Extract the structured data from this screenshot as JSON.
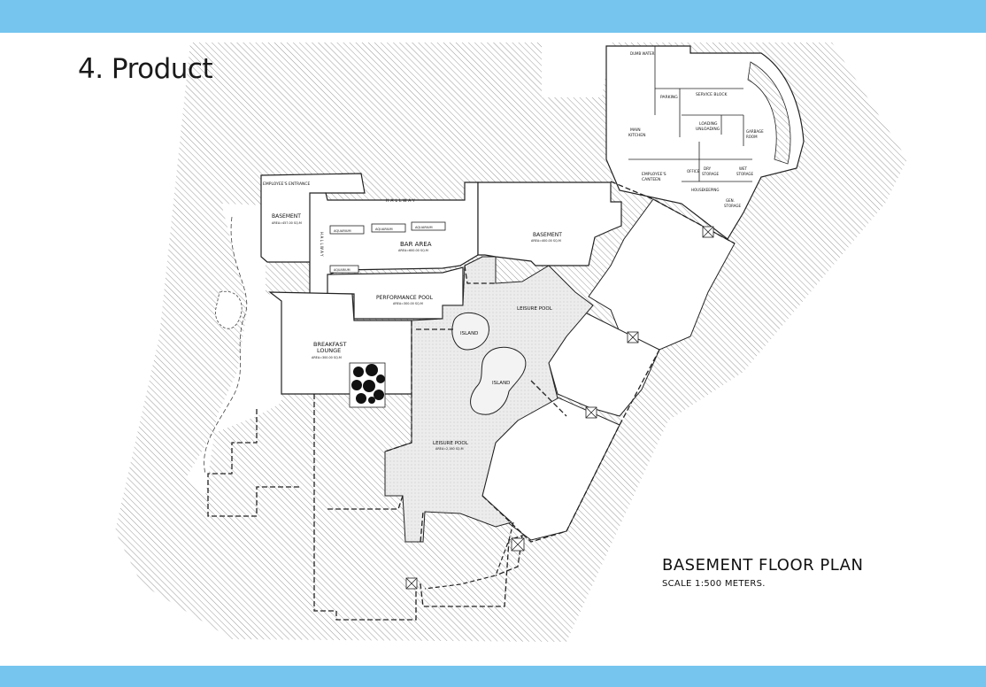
{
  "slide": {
    "heading": "4. Product",
    "colors": {
      "band": "#75c5ef",
      "hatch": "#9a9a9a",
      "pool": "#e4e4e4",
      "line": "#222222"
    }
  },
  "plan": {
    "title": "BASEMENT FLOOR PLAN",
    "scale": "SCALE 1:500 METERS.",
    "rooms": {
      "basement_west": "BASEMENT",
      "basement_west_area": "AREA=457.00 SQ.M",
      "employees_entrance": "EMPLOYEE'S ENTRANCE",
      "hallway_top": "HALLWAY",
      "hallway_side": "HALLWAY",
      "aquarium_1": "AQUARIUM",
      "aquarium_2": "AQUARIUM",
      "aquarium_3": "AQUARIUM",
      "aquarium_4": "AQUARIUM",
      "bar_area": "BAR AREA",
      "bar_area_area": "AREA=600.00 SQ.M",
      "basement_east": "BASEMENT",
      "basement_east_area": "AREA=400.00 SQ.M",
      "performance_pool": "PERFORMANCE POOL",
      "performance_pool_area": "AREA=300.00 SQ.M",
      "leisure_pool_north": "LEISURE POOL",
      "leisure_pool_south": "LEISURE POOL",
      "leisure_pool_south_area": "AREA=2,160 SQ.M",
      "island_1": "ISLAND",
      "island_2": "ISLAND",
      "breakfast_lounge_1": "BREAKFAST",
      "breakfast_lounge_2": "LOUNGE",
      "breakfast_lounge_area": "AREA=300.00 SQ.M",
      "dumb_waiter": "DUMB WATER",
      "parking": "PARKING",
      "service_block": "SERVICE BLOCK",
      "main_kitchen_1": "MAIN",
      "main_kitchen_2": "KITCHEN",
      "loading_1": "LOADING",
      "loading_2": "UNLOADING",
      "garbage_room_1": "GARBAGE",
      "garbage_room_2": "ROOM",
      "employees_canteen_1": "EMPLOYEE'S",
      "employees_canteen_2": "CANTEEN",
      "office": "OFFICE",
      "dry_storage_1": "DRY",
      "dry_storage_2": "STORAGE",
      "wet_storage_1": "WET",
      "wet_storage_2": "STORAGE",
      "housekeeping": "HOUSEKEEPING",
      "gen_storage_1": "GEN.",
      "gen_storage_2": "STORAGE"
    }
  }
}
